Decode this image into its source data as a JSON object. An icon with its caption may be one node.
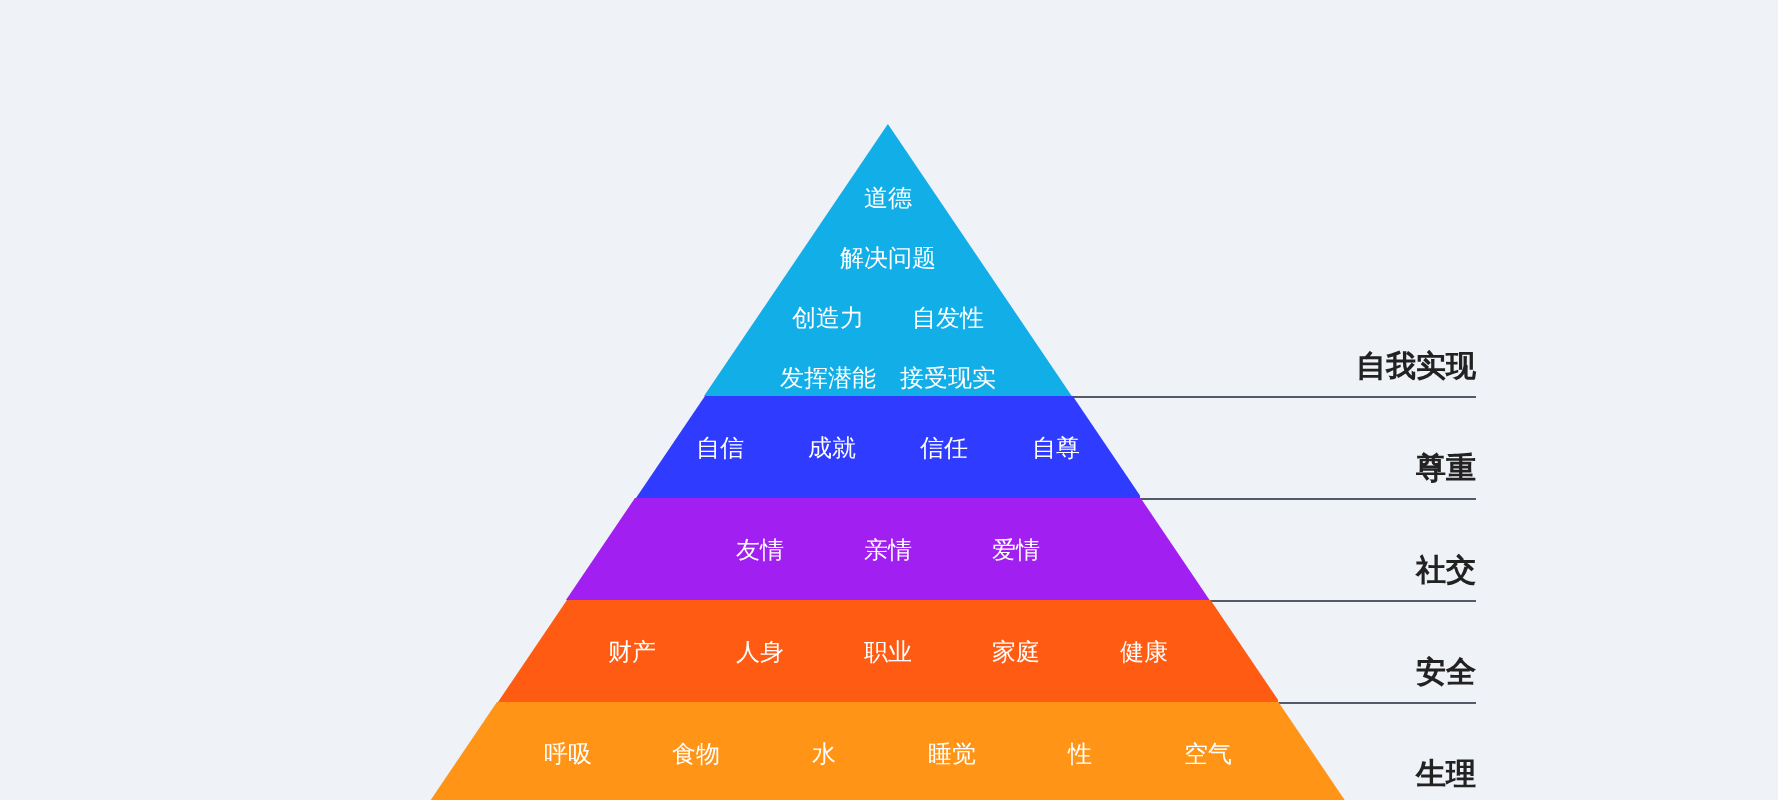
{
  "diagram": {
    "nodes": [
      {
        "text": [
          "道德",
          "解决问题",
          "创造力",
          "自发性",
          "发挥潜能",
          "接受现实"
        ]
      },
      {
        "text": [
          "自信",
          "成就",
          "信任",
          "自尊"
        ]
      },
      {
        "text": [
          "友情",
          "亲情",
          "爱情"
        ]
      },
      {
        "text": [
          "财产",
          "人身",
          "职业",
          "家庭",
          "健康"
        ]
      },
      {
        "text": [
          "呼吸",
          "食物",
          "水",
          "睡觉",
          "性",
          "空气"
        ]
      }
    ],
    "edges": [],
    "labels": [
      "自我实现",
      "尊重",
      "社交",
      "安全",
      "生理"
    ]
  }
}
